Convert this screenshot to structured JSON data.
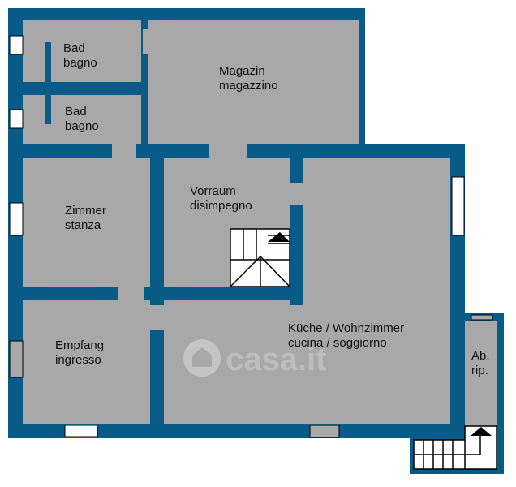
{
  "colors": {
    "wall": "#085b86",
    "floor": "#a8a8a8"
  },
  "rooms": [
    {
      "id": "bad1",
      "de": "Bad",
      "it": "bagno"
    },
    {
      "id": "bad2",
      "de": "Bad",
      "it": "bagno"
    },
    {
      "id": "magazin",
      "de": "Magazin",
      "it": "magazzino"
    },
    {
      "id": "zimmer",
      "de": "Zimmer",
      "it": "stanza"
    },
    {
      "id": "vorraum",
      "de": "Vorraum",
      "it": "disimpegno"
    },
    {
      "id": "kueche",
      "de": "Küche / Wohnzimmer",
      "it": "cucina / soggiorno"
    },
    {
      "id": "empfang",
      "de": "Empfang",
      "it": "ingresso"
    },
    {
      "id": "abstell",
      "de": "Ab.",
      "it": "rip."
    }
  ],
  "watermark": "casa.it"
}
